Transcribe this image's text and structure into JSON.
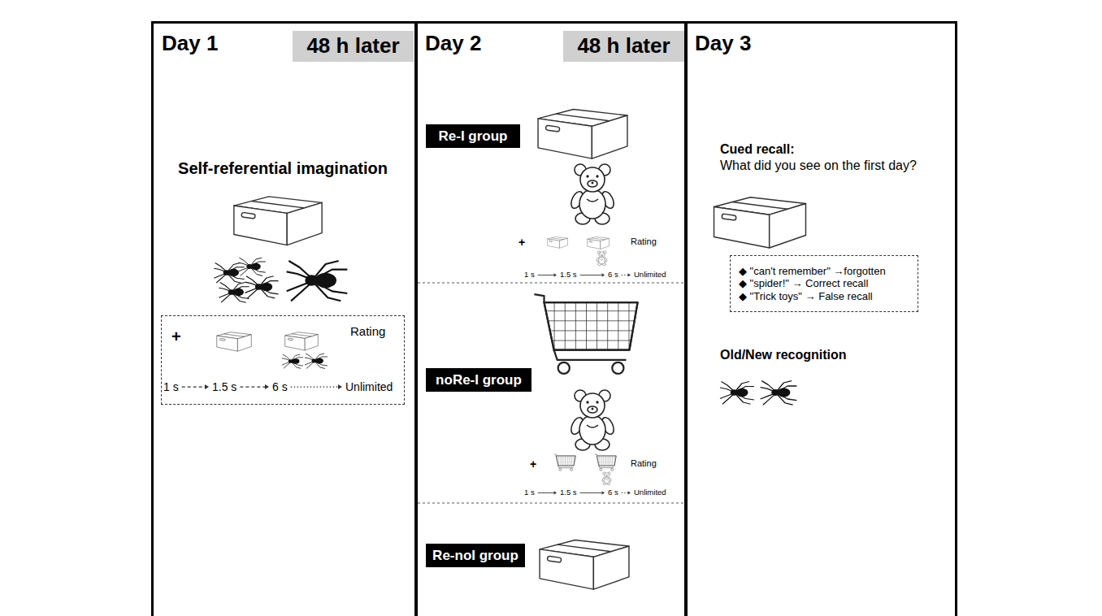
{
  "diagram": {
    "nodes": [
      {
        "text": [
          "Day 1"
        ]
      },
      {
        "text": [
          "48 h later"
        ],
        "in": 0
      },
      {
        "text": [
          "+",
          "Rating",
          "1 s",
          "1.5 s",
          "6 s",
          "Unlimited"
        ],
        "in": 0
      },
      {
        "text": [
          "Day 2"
        ]
      },
      {
        "text": [
          "48 h later"
        ],
        "in": 3
      },
      {
        "text": [
          "Re-I group"
        ],
        "in": 3
      },
      {
        "text": [
          "noRe-I group"
        ],
        "in": 3
      },
      {
        "text": [
          "Re-noI group"
        ],
        "in": 3
      },
      {
        "text": [
          "Day 3"
        ]
      },
      {
        "text": [
          "◆ \"can't remember\" →forgotten",
          "◆ \"spider!\" → Correct recall",
          "◆ \"Trick toys\" → False recall"
        ],
        "in": 8
      }
    ],
    "labels": [
      "Self-referential imagination",
      "+",
      "Rating",
      "1 s",
      "1.5 s",
      "6 s",
      "Unlimited",
      "+",
      "Rating",
      "1 s",
      "1.5 s",
      "6 s",
      "Unlimited",
      "Cued recall:",
      "What did you see on the first day?",
      "Old/New recognition"
    ]
  }
}
